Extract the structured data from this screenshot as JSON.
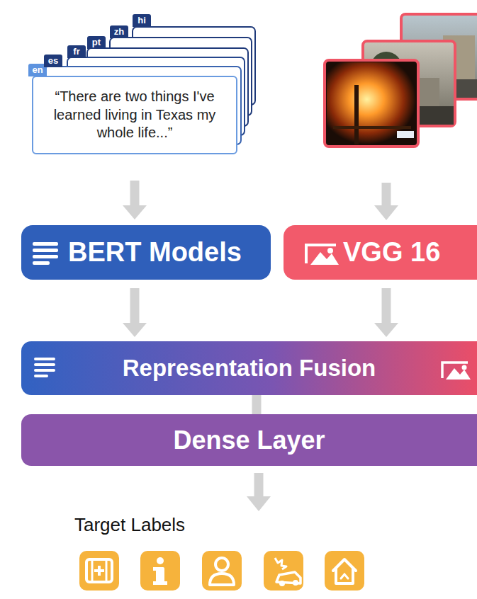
{
  "diagram": {
    "nodes": [
      {
        "text": [
          "“There are two things I've learned living in Texas my whole life...”"
        ]
      },
      {
        "text": [
          "en"
        ]
      },
      {
        "text": [
          "es"
        ]
      },
      {
        "text": [
          "fr"
        ]
      },
      {
        "text": [
          "pt"
        ]
      },
      {
        "text": [
          "zh"
        ]
      },
      {
        "text": [
          "hi"
        ]
      },
      {
        "text": [
          "BERT Models"
        ]
      },
      {
        "text": [
          "VGG 16"
        ]
      },
      {
        "text": [
          "Representation Fusion"
        ]
      },
      {
        "text": [
          "Dense Layer"
        ]
      }
    ],
    "edges": [
      {
        "from": 0,
        "to": 7,
        "arrow": "to"
      },
      {
        "from": 7,
        "to": 9,
        "arrow": "to"
      },
      {
        "from": 8,
        "to": 9,
        "arrow": "to"
      },
      {
        "from": 9,
        "to": 10,
        "arrow": "none"
      }
    ],
    "labels": [
      "Target Labels"
    ]
  }
}
